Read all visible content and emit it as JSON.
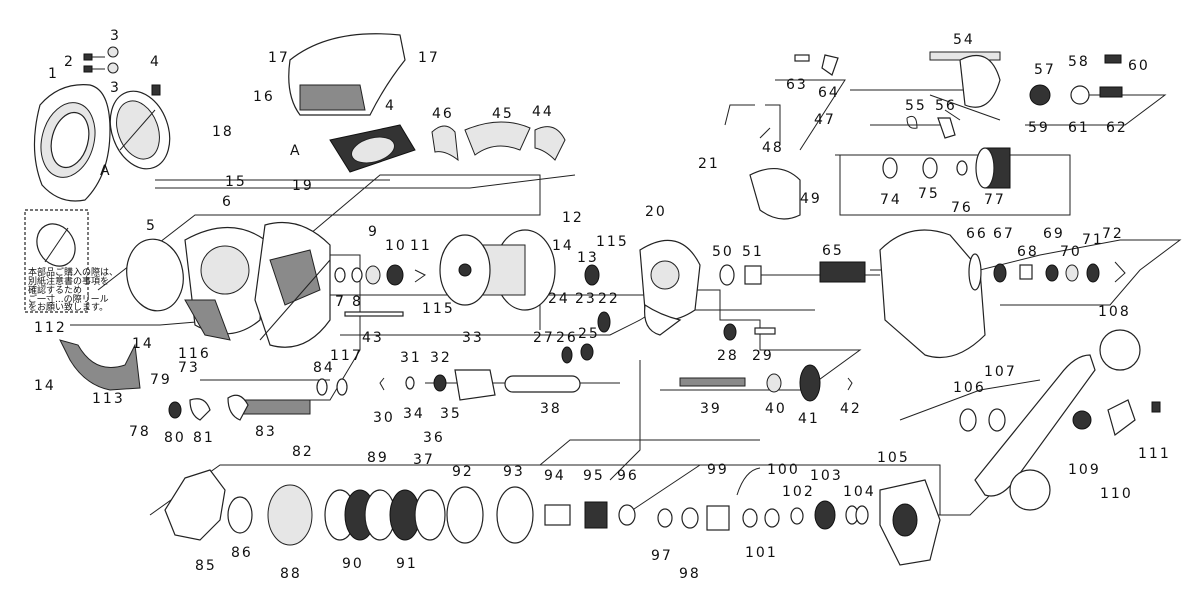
{
  "diagram": {
    "side_markers": [
      "A",
      "A"
    ],
    "notice": {
      "lines": [
        "本部品ご購入の際は、",
        "別紙注意書の事項を",
        "確認するため",
        "ご一寸...の際リール",
        "をお願い致します。"
      ]
    },
    "labels": {
      "p1": "1",
      "p2": "2",
      "p3a": "3",
      "p3b": "3",
      "p4a": "4",
      "p4b": "4",
      "p5": "5",
      "p6": "6",
      "p7": "7",
      "p8": "8",
      "p9": "9",
      "p10": "10",
      "p11": "11",
      "p12": "12",
      "p13": "13",
      "p14a": "14",
      "p14b": "14",
      "p15": "15",
      "p16": "16",
      "p17a": "17",
      "p17b": "17",
      "p18": "18",
      "p19": "19",
      "p20": "20",
      "p21": "21",
      "p22": "22",
      "p23": "23",
      "p24": "24",
      "p25": "25",
      "p26": "26",
      "p27": "27",
      "p28": "28",
      "p29": "29",
      "p30": "30",
      "p31": "31",
      "p32": "32",
      "p33": "33",
      "p34": "34",
      "p35": "35",
      "p36": "36",
      "p37": "37",
      "p38": "38",
      "p39": "39",
      "p40": "40",
      "p41": "41",
      "p42": "42",
      "p43": "43",
      "p44": "44",
      "p45": "45",
      "p46": "46",
      "p47": "47",
      "p48": "48",
      "p49": "49",
      "p50": "50",
      "p51": "51",
      "p54": "54",
      "p55": "55",
      "p56": "56",
      "p57": "57",
      "p58": "58",
      "p59": "59",
      "p60": "60",
      "p61": "61",
      "p62": "62",
      "p63": "63",
      "p64": "64",
      "p65": "65",
      "p66": "66",
      "p67": "67",
      "p68": "68",
      "p69": "69",
      "p70": "70",
      "p71": "71",
      "p72": "72",
      "p73": "73",
      "p74": "74",
      "p75": "75",
      "p76": "76",
      "p77": "77",
      "p78": "78",
      "p79": "79",
      "p80": "80",
      "p81": "81",
      "p82": "82",
      "p83": "83",
      "p84": "84",
      "p85": "85",
      "p86": "86",
      "p88": "88",
      "p89": "89",
      "p90": "90",
      "p91": "91",
      "p92": "92",
      "p93": "93",
      "p94": "94",
      "p95": "95",
      "p96": "96",
      "p97": "97",
      "p98": "98",
      "p99": "99",
      "p100": "100",
      "p101": "101",
      "p102": "102",
      "p103": "103",
      "p104": "104",
      "p105": "105",
      "p106": "106",
      "p107": "107",
      "p108": "108",
      "p109": "109",
      "p110": "110",
      "p111": "111",
      "p112": "112",
      "p113": "113",
      "p115a": "115",
      "p115b": "115",
      "p116": "116",
      "p117": "117"
    }
  }
}
